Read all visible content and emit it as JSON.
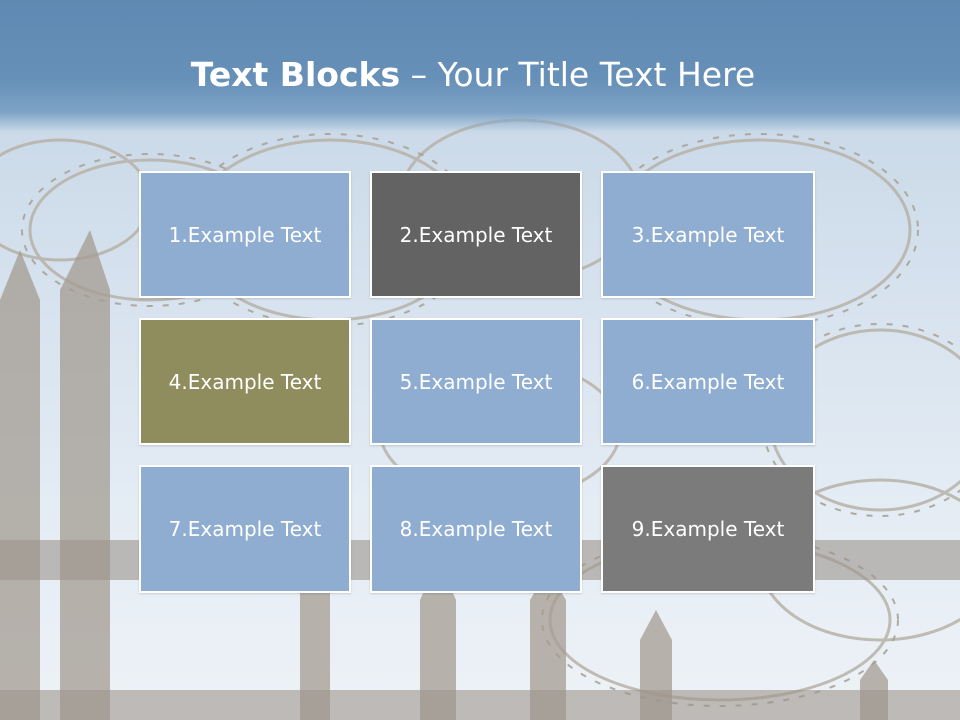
{
  "title": {
    "bold": "Text Blocks",
    "dash": " – ",
    "rest": "Your Title Text Here"
  },
  "blocks": [
    {
      "label": "1.Example Text",
      "color": "#8fadd0"
    },
    {
      "label": "2.Example Text",
      "color": "#636363"
    },
    {
      "label": "3.Example Text",
      "color": "#8fadd0"
    },
    {
      "label": "4.Example Text",
      "color": "#8f8c5d"
    },
    {
      "label": "5.Example Text",
      "color": "#8fadd0"
    },
    {
      "label": "6.Example Text",
      "color": "#8fadd0"
    },
    {
      "label": "7.Example Text",
      "color": "#8fadd0"
    },
    {
      "label": "8.Example Text",
      "color": "#8fadd0"
    },
    {
      "label": "9.Example Text",
      "color": "#7b7b7b"
    }
  ],
  "colors": {
    "title_band": "#6790b8",
    "block_border": "#ffffff",
    "text": "#ffffff"
  },
  "background": {
    "subject": "barbed-wire-fence-photo"
  }
}
